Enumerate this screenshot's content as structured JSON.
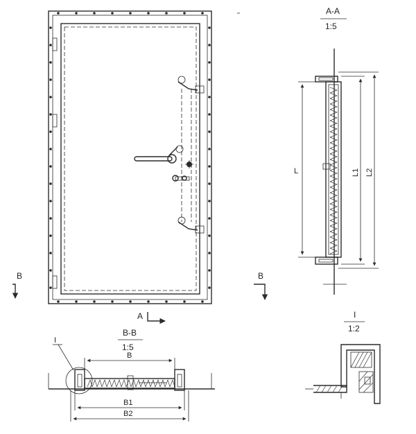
{
  "colors": {
    "panel_fill": "#d9eef4",
    "line": "#2a2a2a",
    "background": "#ffffff"
  },
  "elevation": {
    "section_mark_a": "A",
    "section_mark_b_left": "B",
    "section_mark_b_right": "B"
  },
  "section_aa": {
    "title": "A-A",
    "scale": "1:5",
    "dim_l": "L",
    "dim_l1": "L1",
    "dim_l2": "L2"
  },
  "section_bb": {
    "title": "B-B",
    "scale": "1:5",
    "dim_b": "B",
    "dim_b1": "B1",
    "dim_b2": "B2",
    "detail_ref": "I"
  },
  "detail_i": {
    "title": "I",
    "scale": "1:2"
  }
}
